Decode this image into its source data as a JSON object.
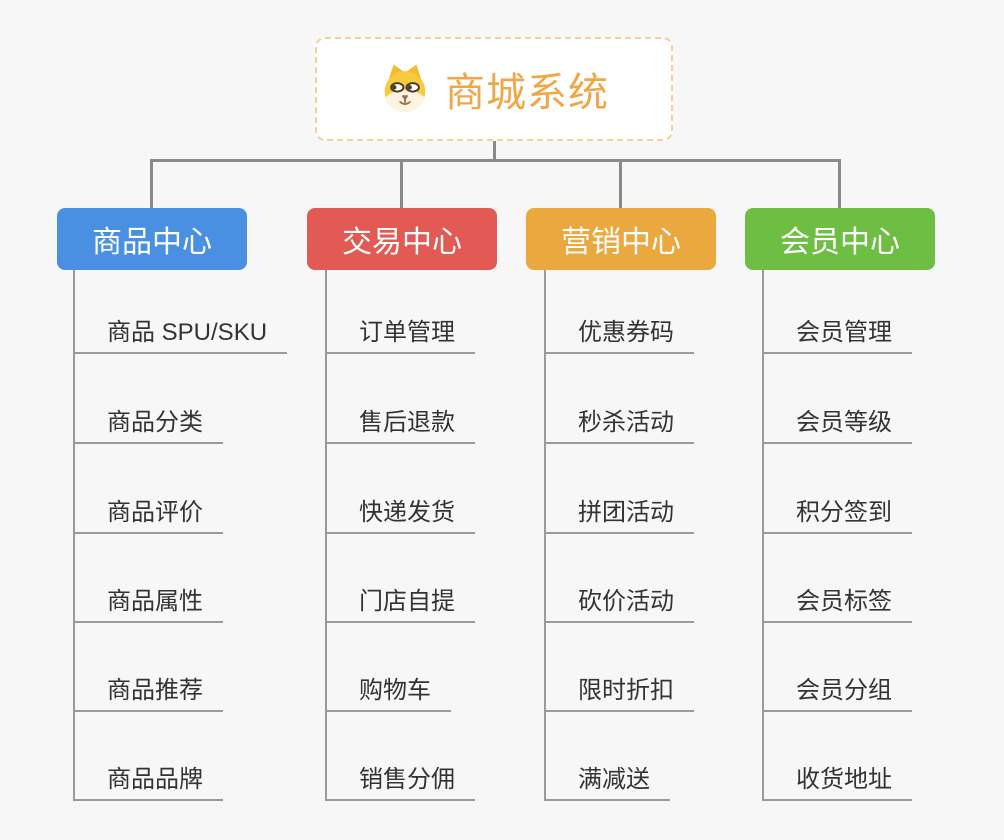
{
  "canvas": {
    "background": "#f7f7f7",
    "connector_color": "#8a8a8a",
    "underline_color": "#9a9a9a"
  },
  "root": {
    "label": "商城系统",
    "icon": "dog-face-icon",
    "text_color": "#f0a747",
    "border_color": "#f4cf96"
  },
  "branches": [
    {
      "label": "商品中心",
      "color": "#4a90e2",
      "children": [
        "商品 SPU/SKU",
        "商品分类",
        "商品评价",
        "商品属性",
        "商品推荐",
        "商品品牌"
      ]
    },
    {
      "label": "交易中心",
      "color": "#e35954",
      "children": [
        "订单管理",
        "售后退款",
        "快递发货",
        "门店自提",
        "购物车",
        "销售分佣"
      ]
    },
    {
      "label": "营销中心",
      "color": "#eaa83e",
      "children": [
        "优惠券码",
        "秒杀活动",
        "拼团活动",
        "砍价活动",
        "限时折扣",
        "满减送"
      ]
    },
    {
      "label": "会员中心",
      "color": "#6ebe44",
      "children": [
        "会员管理",
        "会员等级",
        "积分签到",
        "会员标签",
        "会员分组",
        "收货地址"
      ]
    }
  ]
}
